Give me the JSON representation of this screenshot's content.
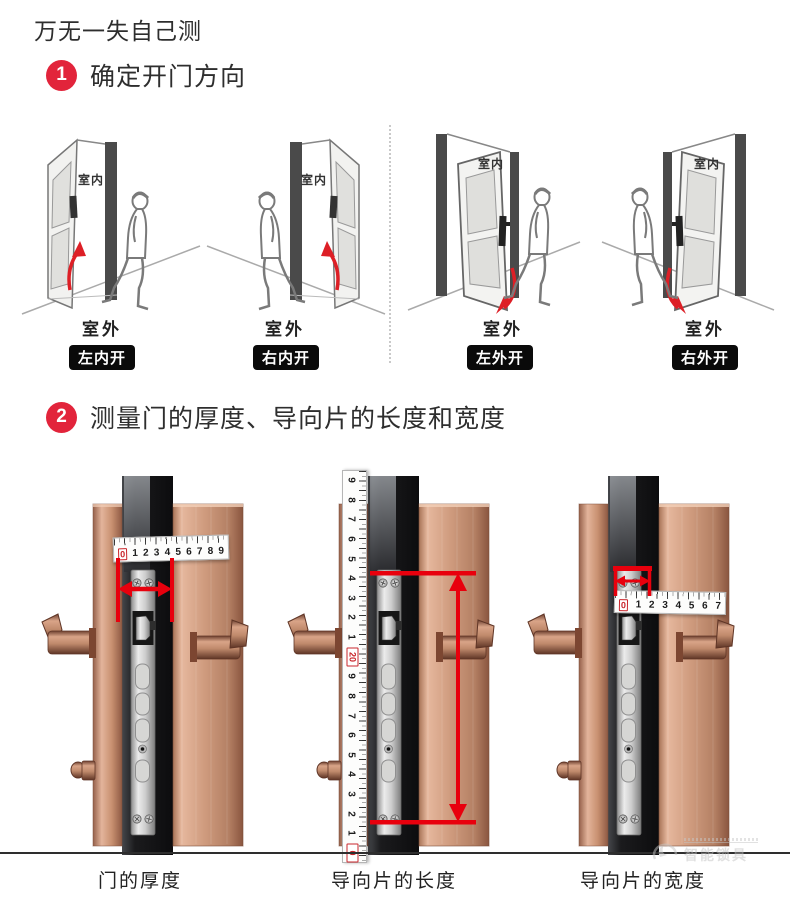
{
  "title": "万无一失自己测",
  "steps": {
    "step1": {
      "num": "1",
      "label": "确定开门方向"
    },
    "step2": {
      "num": "2",
      "label": "测量门的厚度、导向片的长度和宽度"
    }
  },
  "diagrams": {
    "indoor_label": "室内",
    "outdoor_label": "室外",
    "items": [
      {
        "badge": "左内开"
      },
      {
        "badge": "右内开"
      },
      {
        "badge": "左外开"
      },
      {
        "badge": "右外开"
      }
    ]
  },
  "measure": {
    "labels": [
      "门的厚度",
      "导向片的长度",
      "导向片的宽度"
    ],
    "tape1": {
      "numbers": [
        {
          "t": "0",
          "red": true
        },
        "1",
        "2",
        "3",
        "4",
        "5",
        "6",
        "7",
        "8",
        "9"
      ]
    },
    "tape2": {
      "numbers": [
        "9",
        "8",
        "7",
        "6",
        "5",
        "4",
        "3",
        "2",
        "1",
        {
          "t": "20",
          "red": true
        },
        "9",
        "8",
        "7",
        "6",
        "5",
        "4",
        "3",
        "2",
        "1",
        {
          "t": "0",
          "red": true
        }
      ]
    },
    "tape3": {
      "numbers": [
        {
          "t": "0",
          "red": true
        },
        "1",
        "2",
        "3",
        "4",
        "5",
        "6",
        "7"
      ]
    }
  },
  "watermark": {
    "text": "智能锁具"
  },
  "colors": {
    "accent_red": "#e2243b",
    "arrow_red": "#e8000d",
    "badge_bg": "#0a0a0a",
    "copper": "#c89070"
  }
}
